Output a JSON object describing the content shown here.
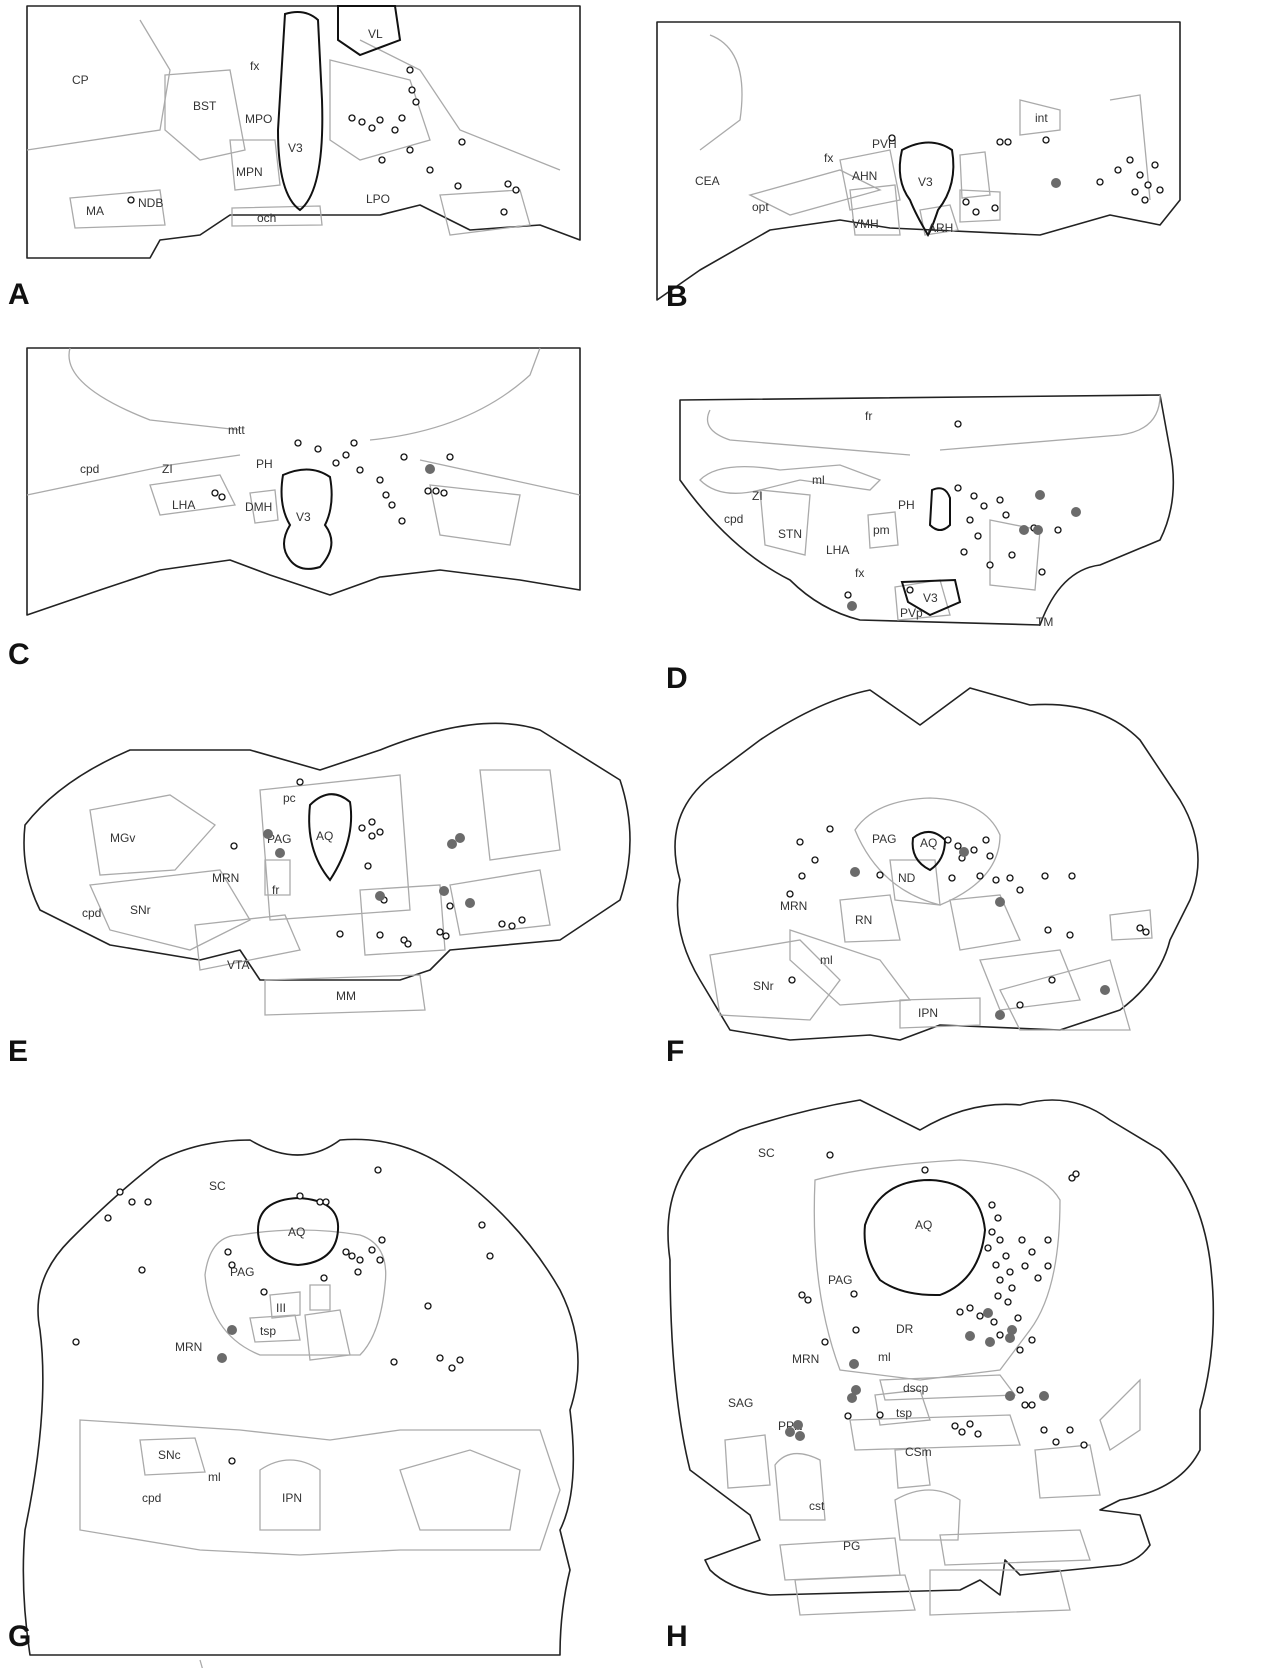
{
  "colors": {
    "outline": "#222222",
    "region": "#aaaaaa",
    "label": "#333333",
    "open_dot": "#111111",
    "filled_dot": "#6b6b6b"
  },
  "panels": {
    "A": {
      "label": "A",
      "regions": [
        "CP",
        "BST",
        "fx",
        "MPO",
        "V3",
        "VL",
        "MPN",
        "LPO",
        "MA",
        "NDB",
        "och"
      ]
    },
    "B": {
      "label": "B",
      "regions": [
        "int",
        "PVH",
        "fx",
        "CEA",
        "AHN",
        "V3",
        "VMH",
        "opt",
        "ARH"
      ]
    },
    "C": {
      "label": "C",
      "regions": [
        "mtt",
        "PH",
        "cpd",
        "ZI",
        "LHA",
        "DMH",
        "V3"
      ]
    },
    "D": {
      "label": "D",
      "regions": [
        "fr",
        "ml",
        "ZI",
        "PH",
        "cpd",
        "STN",
        "LHA",
        "pm",
        "fx",
        "V3",
        "PVp",
        "TM"
      ]
    },
    "E": {
      "label": "E",
      "regions": [
        "pc",
        "MGv",
        "PAG",
        "AQ",
        "MRN",
        "fr",
        "cpd",
        "SNr",
        "VTA",
        "MM"
      ]
    },
    "F": {
      "label": "F",
      "regions": [
        "PAG",
        "AQ",
        "ND",
        "MRN",
        "RN",
        "ml",
        "SNr",
        "IPN"
      ]
    },
    "G": {
      "label": "G",
      "regions": [
        "SC",
        "AQ",
        "PAG",
        "III",
        "MRN",
        "tsp",
        "SNc",
        "ml",
        "cpd",
        "IPN"
      ]
    },
    "H": {
      "label": "H",
      "regions": [
        "SC",
        "AQ",
        "PAG",
        "DR",
        "ml",
        "MRN",
        "dscp",
        "SAG",
        "tsp",
        "PPN",
        "CSm",
        "cst",
        "PG"
      ]
    }
  }
}
